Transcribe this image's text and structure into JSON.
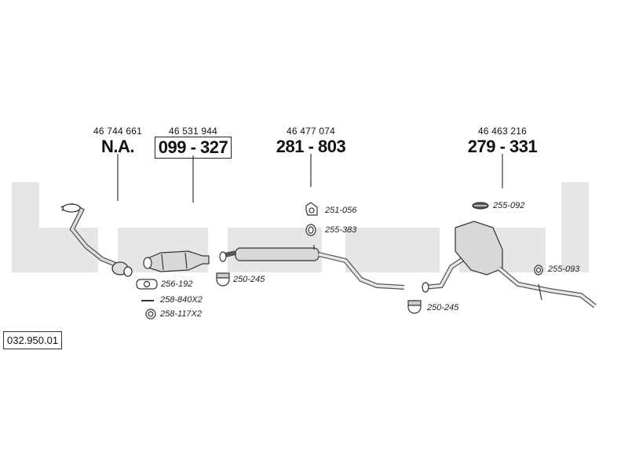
{
  "watermark": "bosal",
  "reference": "032.950.01",
  "parts": [
    {
      "oe": "46 744 661",
      "number": "N.A.",
      "boxed": false
    },
    {
      "oe": "46 531 944",
      "number": "099 - 327",
      "boxed": true
    },
    {
      "oe": "46 477 074",
      "number": "281 - 803",
      "boxed": false
    },
    {
      "oe": "46 463 216",
      "number": "279 - 331",
      "boxed": false
    }
  ],
  "accessories": [
    {
      "code": "256-192",
      "icon": "flange-gasket-icon"
    },
    {
      "code": "258-840X2",
      "icon": "bolt-icon"
    },
    {
      "code": "258-117X2",
      "icon": "ring-gasket-icon"
    },
    {
      "code": "250-245",
      "icon": "clamp-icon"
    },
    {
      "code": "251-056",
      "icon": "hanger-bracket-icon"
    },
    {
      "code": "255-383",
      "icon": "rubber-ring-icon"
    },
    {
      "code": "250-245",
      "icon": "clamp-icon"
    },
    {
      "code": "255-092",
      "icon": "rubber-mount-icon"
    },
    {
      "code": "255-093",
      "icon": "rubber-ring-icon"
    }
  ],
  "colors": {
    "watermark": "#e6e6e6",
    "line": "#333333",
    "part_fill": "#d8d8d8"
  }
}
